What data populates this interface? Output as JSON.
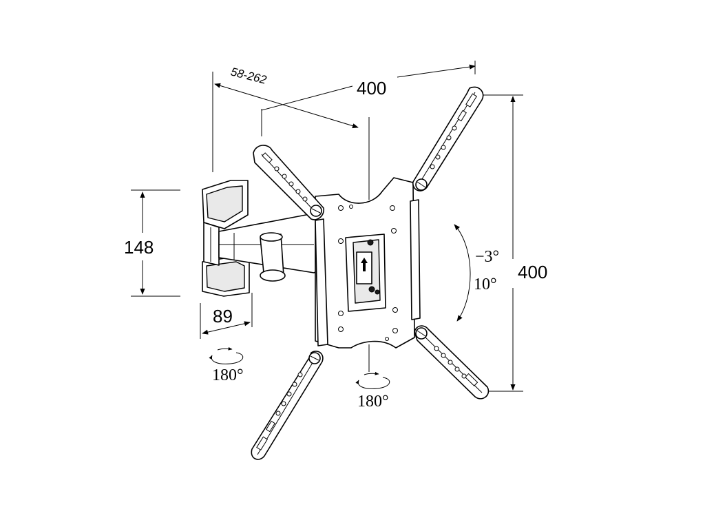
{
  "dimensions": {
    "arm_extension": "58-262",
    "top_width": "400",
    "right_height": "400",
    "wall_plate_height": "148",
    "wall_plate_depth": "89"
  },
  "rotation": {
    "wall_swivel": "180°",
    "plate_swivel": "180°"
  },
  "tilt": {
    "up": "−3°",
    "down": "10°"
  }
}
